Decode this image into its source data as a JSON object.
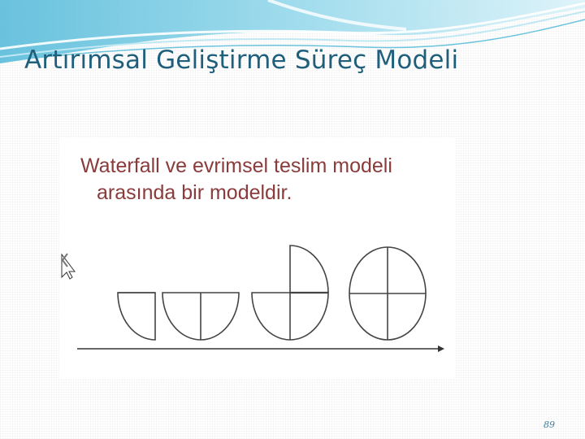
{
  "slide": {
    "title": "Artırımsal Geliştirme Süreç Modeli",
    "page_number": "89"
  },
  "figure": {
    "caption_line1": "Waterfall ve evrimsel teslim modeli",
    "caption_line2": "arasında bir modeldir."
  },
  "colors": {
    "title": "#1f5f7c",
    "caption": "#8a3b3b",
    "banner": "#7fd0e4"
  }
}
